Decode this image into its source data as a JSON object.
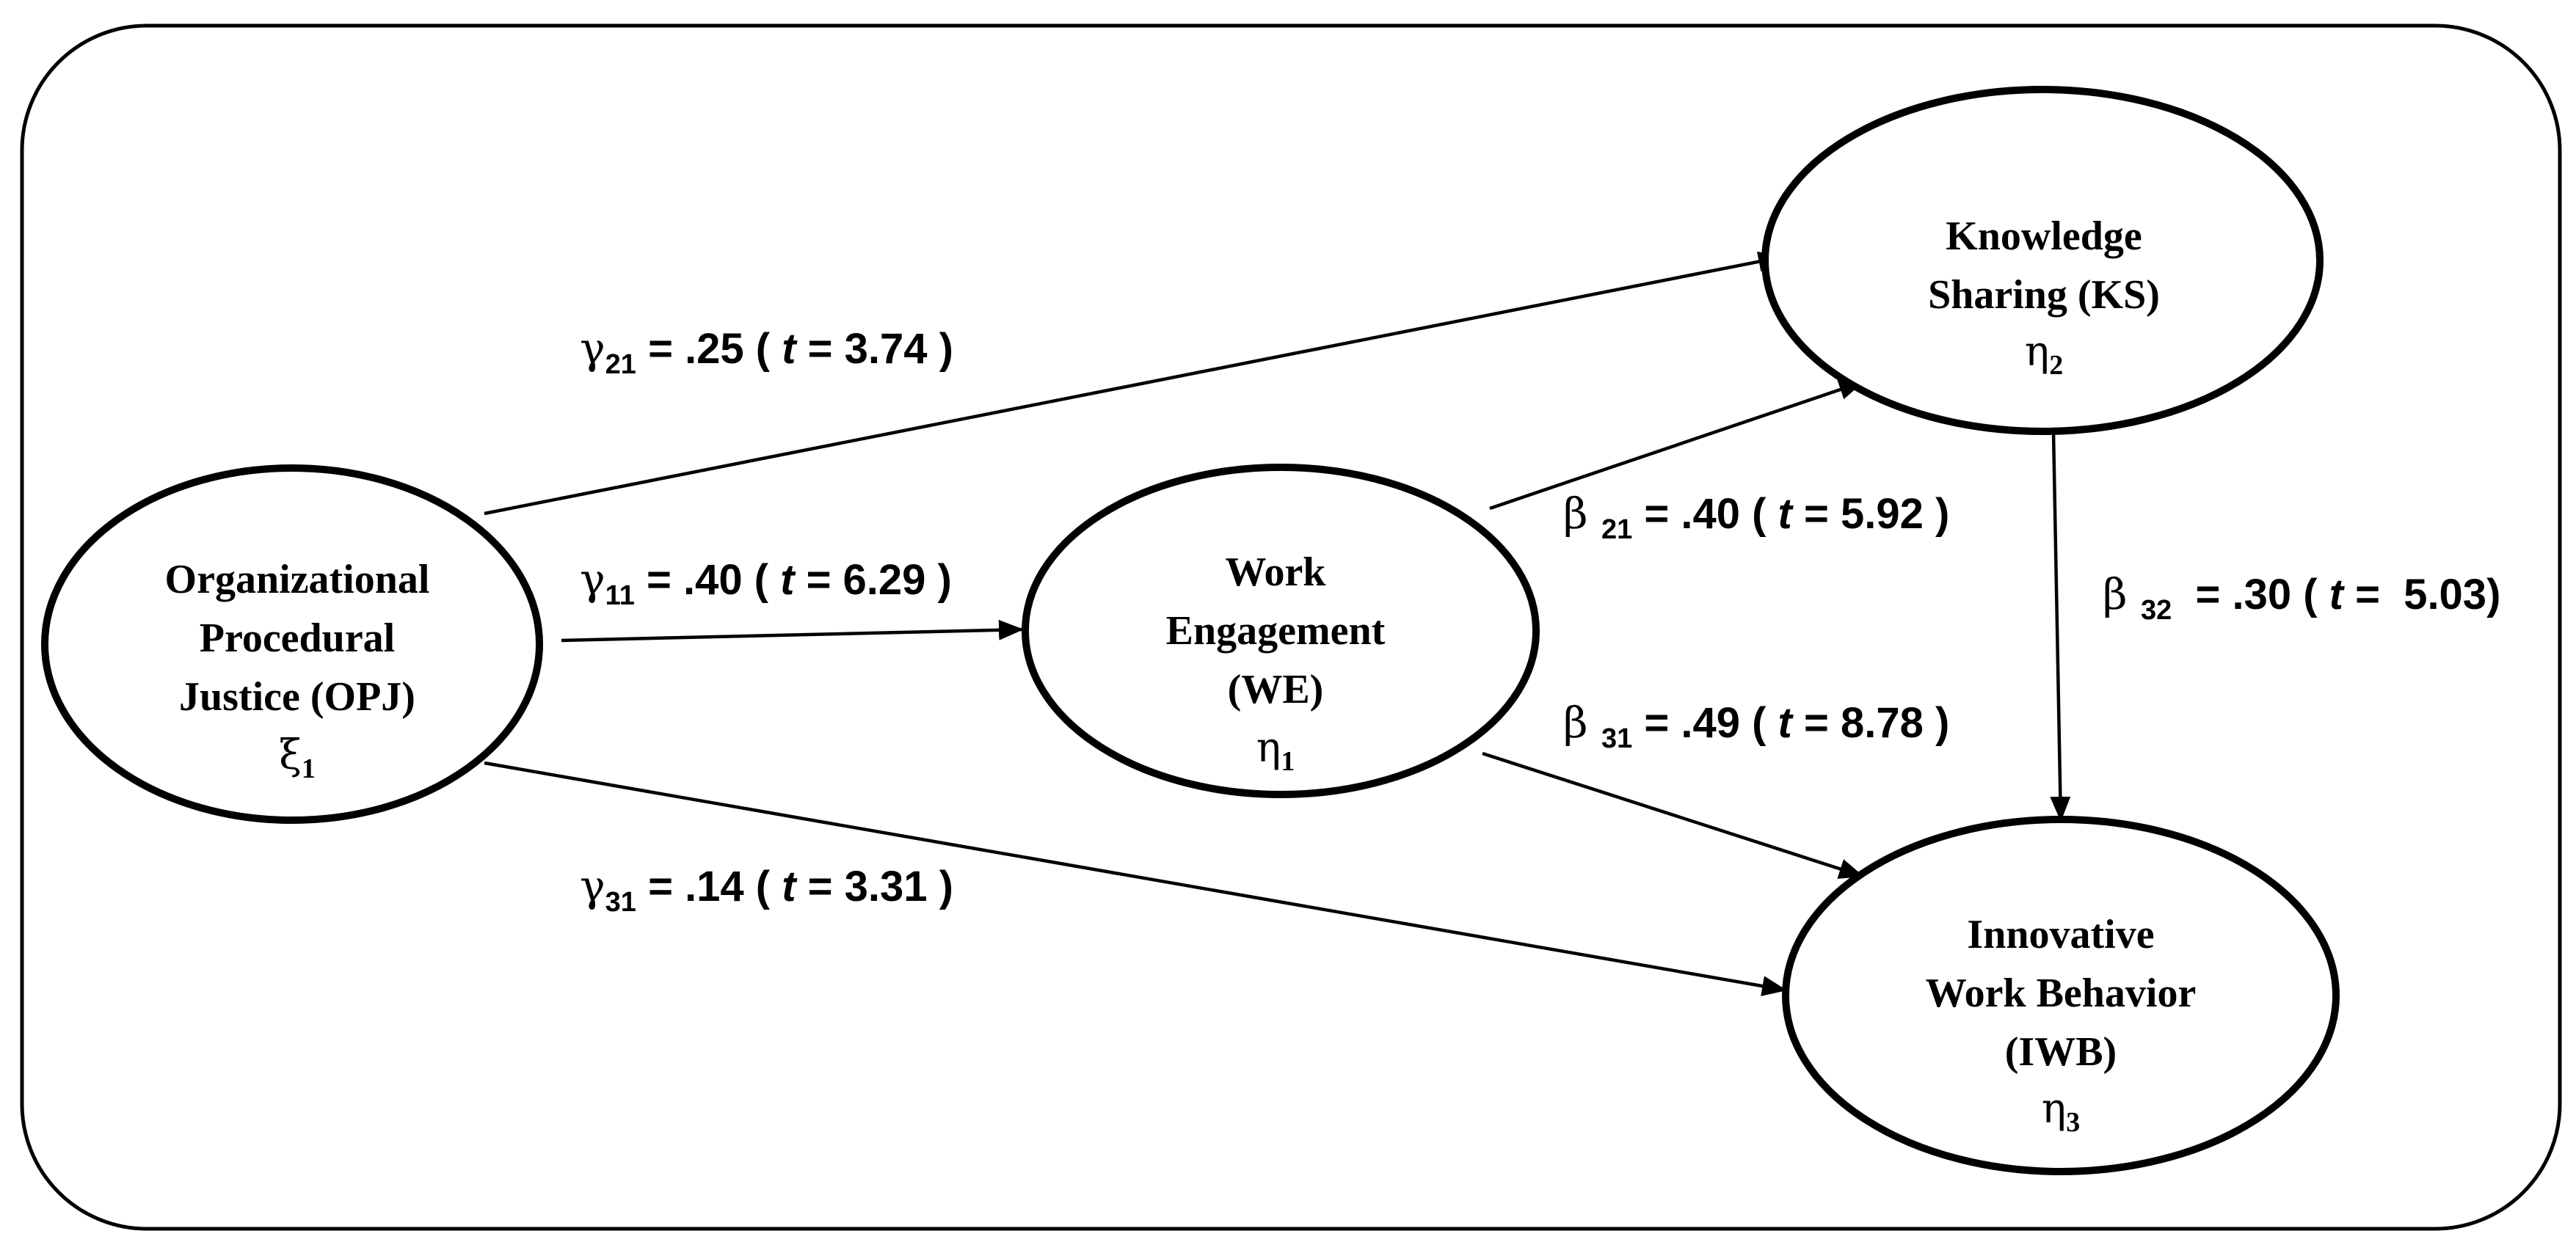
{
  "nodes": {
    "opj": {
      "lines": [
        "Organizational",
        "Procedural",
        "Justice (OPJ)"
      ],
      "symbol": "ξ",
      "symbol_sub": "1"
    },
    "we": {
      "lines": [
        "Work",
        "Engagement",
        "(WE)"
      ],
      "symbol": "η",
      "symbol_sub": "1"
    },
    "ks": {
      "lines": [
        "Knowledge",
        "Sharing (KS)"
      ],
      "symbol": "η",
      "symbol_sub": "2"
    },
    "iwb": {
      "lines": [
        "Innovative",
        "Work Behavior",
        "(IWB)"
      ],
      "symbol": "η",
      "symbol_sub": "3"
    }
  },
  "paths": {
    "g21": {
      "sym": "γ",
      "sub": "21",
      "eq": " = .25 ( ",
      "t": "t",
      "val": " = 3.74 )"
    },
    "g11": {
      "sym": "γ",
      "sub": "11",
      "eq": " = .40 ( ",
      "t": "t",
      "val": " = 6.29 )"
    },
    "g31": {
      "sym": "γ",
      "sub": "31",
      "eq": " = .14 ( ",
      "t": "t",
      "val": " = 3.31 )"
    },
    "b21": {
      "sym": "β ",
      "sub": "21",
      "eq": " = .40 ( ",
      "t": "t",
      "val": " = 5.92 )"
    },
    "b31": {
      "sym": "β ",
      "sub": "31",
      "eq": " = .49 ( ",
      "t": "t",
      "val": " = 8.78 )"
    },
    "b32": {
      "sym": "β ",
      "sub": "32",
      "eq": "  = .30 ( ",
      "t": "t",
      "val": " =  5.03)"
    }
  }
}
